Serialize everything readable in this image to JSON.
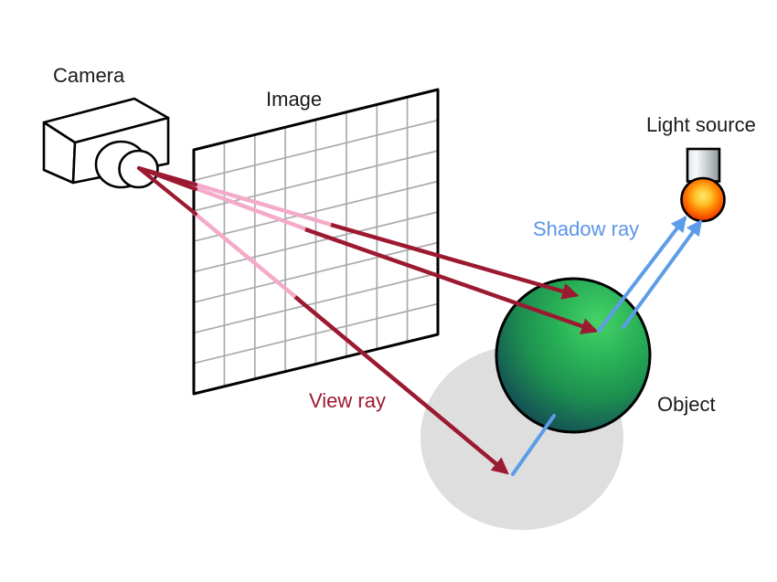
{
  "labels": {
    "camera": "Camera",
    "image": "Image",
    "light_source": "Light source",
    "shadow_ray": "Shadow ray",
    "view_ray": "View ray",
    "object": "Object"
  },
  "image_plane": {
    "columns": 8,
    "rows": 8
  },
  "colors": {
    "view_ray_dark_red": "#9c1a31",
    "view_ray_light_pink": "#f3abc9",
    "shadow_ray_blue": "#5d9ce8",
    "sphere_highlight_green": "#47d267",
    "sphere_shadow_navy": "#122c42",
    "cast_shadow_gray": "#dedede",
    "bulb_center_yellow": "#ffe96e",
    "bulb_edge_red": "#e52e00",
    "grid_line_gray": "#ababab",
    "outline_black": "#000000",
    "label_text": "#1a1a1a"
  }
}
